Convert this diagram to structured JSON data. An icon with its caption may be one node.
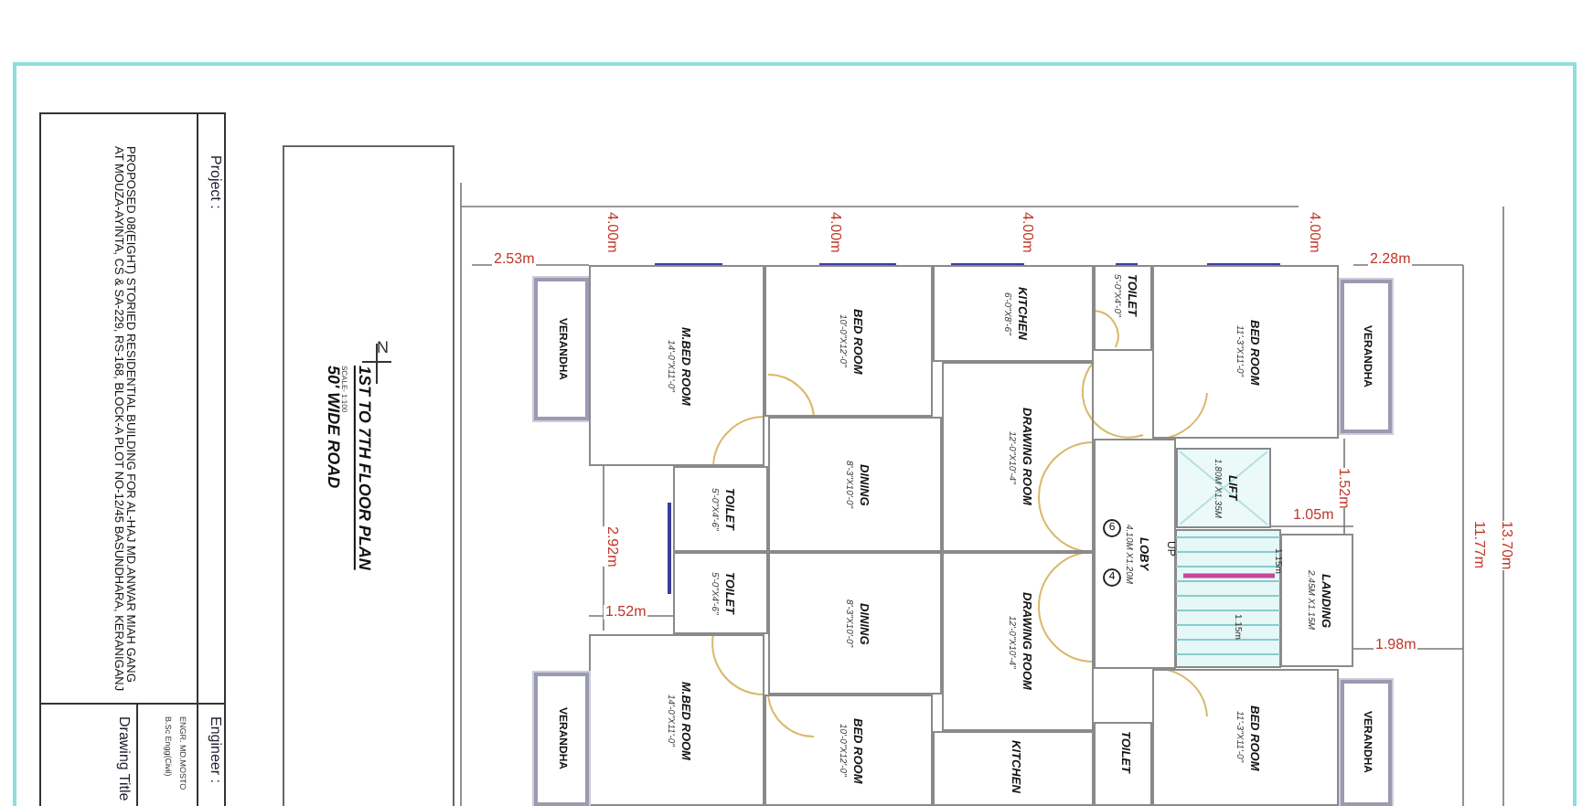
{
  "diagram": {
    "nodes": [
      {
        "text": [
          "VERANDHA"
        ]
      },
      {
        "text": [
          "M.BED ROOM",
          "14'-0\"X11'-0\""
        ]
      },
      {
        "text": [
          "BED ROOM",
          "10'-0\"X12'-0\""
        ]
      },
      {
        "text": [
          "KITCHEN",
          "6'-0\"X8'-6\""
        ]
      },
      {
        "text": [
          "TOILET",
          "5'-0\"X4'-0\""
        ]
      },
      {
        "text": [
          "BED ROOM",
          "11'-3\"X11'-0\""
        ]
      },
      {
        "text": [
          "VERANDHA"
        ]
      },
      {
        "text": [
          "TOILET",
          "5'-0\"X4'-6\""
        ]
      },
      {
        "text": [
          "TOILET",
          "5'-0\"X4'-6\""
        ]
      },
      {
        "text": [
          "DINING",
          "8'-3\"X10'-0\""
        ]
      },
      {
        "text": [
          "DINING",
          "8'-3\"X10'-0\""
        ]
      },
      {
        "text": [
          "DRAWING ROOM",
          "12'-0\"X10'-4\""
        ]
      },
      {
        "text": [
          "DRAWING ROOM",
          "12'-0\"X10'-4\""
        ]
      },
      {
        "text": [
          "LIFT",
          "1.80M X1.35M"
        ]
      },
      {
        "text": [
          "LOBY",
          "4.10M X1.20M"
        ]
      },
      {
        "text": [
          "LANDING",
          "2.45M X1.15M"
        ]
      },
      {
        "text": [
          "M.BED ROOM",
          "14'-0\"X11'-0\""
        ]
      },
      {
        "text": [
          "VERANDHA"
        ]
      },
      {
        "text": [
          "BED ROOM",
          "10'-0\"X12'-0\""
        ]
      },
      {
        "text": [
          "KITCHEN"
        ]
      },
      {
        "text": [
          "TOILET"
        ]
      },
      {
        "text": [
          "BED ROOM",
          "11'-3\"X11'-0\""
        ]
      },
      {
        "text": [
          "VERANDHA"
        ]
      }
    ],
    "labels": [
      "Project :",
      "PROPOSED 08(EIGHT) STORIED RESIDENTIAL BUILDING FOR AL-HAJ MD.ANWAR MIAH GANG AT MOUZA-AYINTA, CS & SA-229, RS-168, BLOCK-A PLOT NO-12/45 BASUNDHARA, KERANIGANJ",
      "Engineer :",
      "ENGR. MD.MOSTO",
      "B.Sc Engg(Civil)",
      "Drawing Title",
      "N",
      "1ST TO 7TH FLOOR PLAN",
      "SCALE- 1:100",
      "50' WIDE ROAD",
      "4.00m",
      "4.00m",
      "4.00m",
      "4.00m",
      "2.53m",
      "2.28m",
      "2.92m",
      "1.52m",
      "1.52m",
      "1.05m",
      "1.98m",
      "11.77m",
      "13.70m",
      "UP",
      "6",
      "4",
      "1.15m",
      "1.15m"
    ]
  }
}
